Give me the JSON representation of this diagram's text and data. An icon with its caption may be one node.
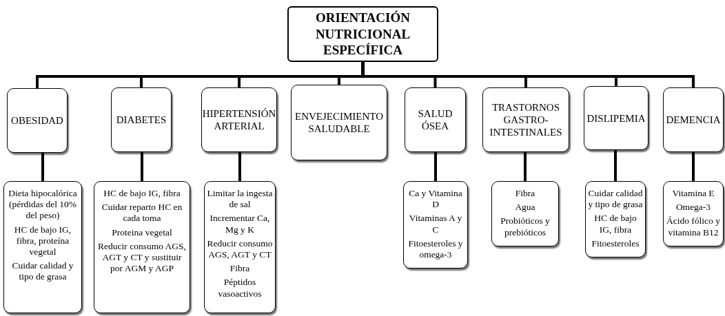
{
  "diagram": {
    "nodes": [
      {
        "text": [
          "ORIENTACIÓN NUTRICIONAL ESPECÍFICA"
        ]
      },
      {
        "text": [
          "OBESIDAD"
        ]
      },
      {
        "text": [
          "DIABETES"
        ]
      },
      {
        "text": [
          "HIPERTENSIÓN ARTERIAL"
        ]
      },
      {
        "text": [
          "ENVEJECIMIENTO SALUDABLE"
        ]
      },
      {
        "text": [
          "SALUD ÓSEA"
        ]
      },
      {
        "text": [
          "TRASTORNOS GASTRO- INTESTINALES"
        ]
      },
      {
        "text": [
          "DISLIPEMIA"
        ]
      },
      {
        "text": [
          "DEMENCIA"
        ]
      },
      {
        "text": [
          "Dieta hipocalórica (pérdidas del 10% del peso)",
          "HC de bajo IG, fibra, proteína vegetal",
          "Cuidar calidad y tipo de grasa"
        ]
      },
      {
        "text": [
          "HC de bajo IG, fibra",
          "Cuidar reparto HC en cada toma",
          "Proteina vegetal",
          "Reducir consumo AGS, AGT y CT y sustituir por AGM y AGP"
        ]
      },
      {
        "text": [
          "Limitar la ingesta de sal",
          "Incrementar Ca, Mg y K",
          "Reducir consumo AGS, AGT y CT",
          "Fibra",
          "Péptidos vasoactivos"
        ]
      },
      {
        "text": [
          "Ca y Vitamina D",
          "Vitaminas A y C",
          "Fitoesteroles y omega-3"
        ]
      },
      {
        "text": [
          "Fibra",
          "Agua",
          "Probióticos y prebióticos"
        ]
      },
      {
        "text": [
          "Cuidar calidad y tipo de grasa",
          "HC de bajo IG, fibra",
          "Fitoesteroles"
        ]
      },
      {
        "text": [
          "Vitamina E",
          "Omega-3",
          "Ácido fólico y vitamina B12"
        ]
      }
    ],
    "edges": [
      {
        "from": 0,
        "to": 1,
        "arrow": "none"
      },
      {
        "from": 0,
        "to": 2,
        "arrow": "none"
      },
      {
        "from": 0,
        "to": 3,
        "arrow": "none"
      },
      {
        "from": 0,
        "to": 4,
        "arrow": "none"
      },
      {
        "from": 0,
        "to": 5,
        "arrow": "none"
      },
      {
        "from": 0,
        "to": 6,
        "arrow": "none"
      },
      {
        "from": 0,
        "to": 7,
        "arrow": "none"
      },
      {
        "from": 0,
        "to": 8,
        "arrow": "none"
      },
      {
        "from": 1,
        "to": 9,
        "arrow": "none"
      },
      {
        "from": 2,
        "to": 10,
        "arrow": "none"
      },
      {
        "from": 3,
        "to": 11,
        "arrow": "none"
      },
      {
        "from": 5,
        "to": 12,
        "arrow": "none"
      },
      {
        "from": 6,
        "to": 13,
        "arrow": "none"
      },
      {
        "from": 7,
        "to": 14,
        "arrow": "none"
      },
      {
        "from": 8,
        "to": 15,
        "arrow": "none"
      }
    ]
  }
}
